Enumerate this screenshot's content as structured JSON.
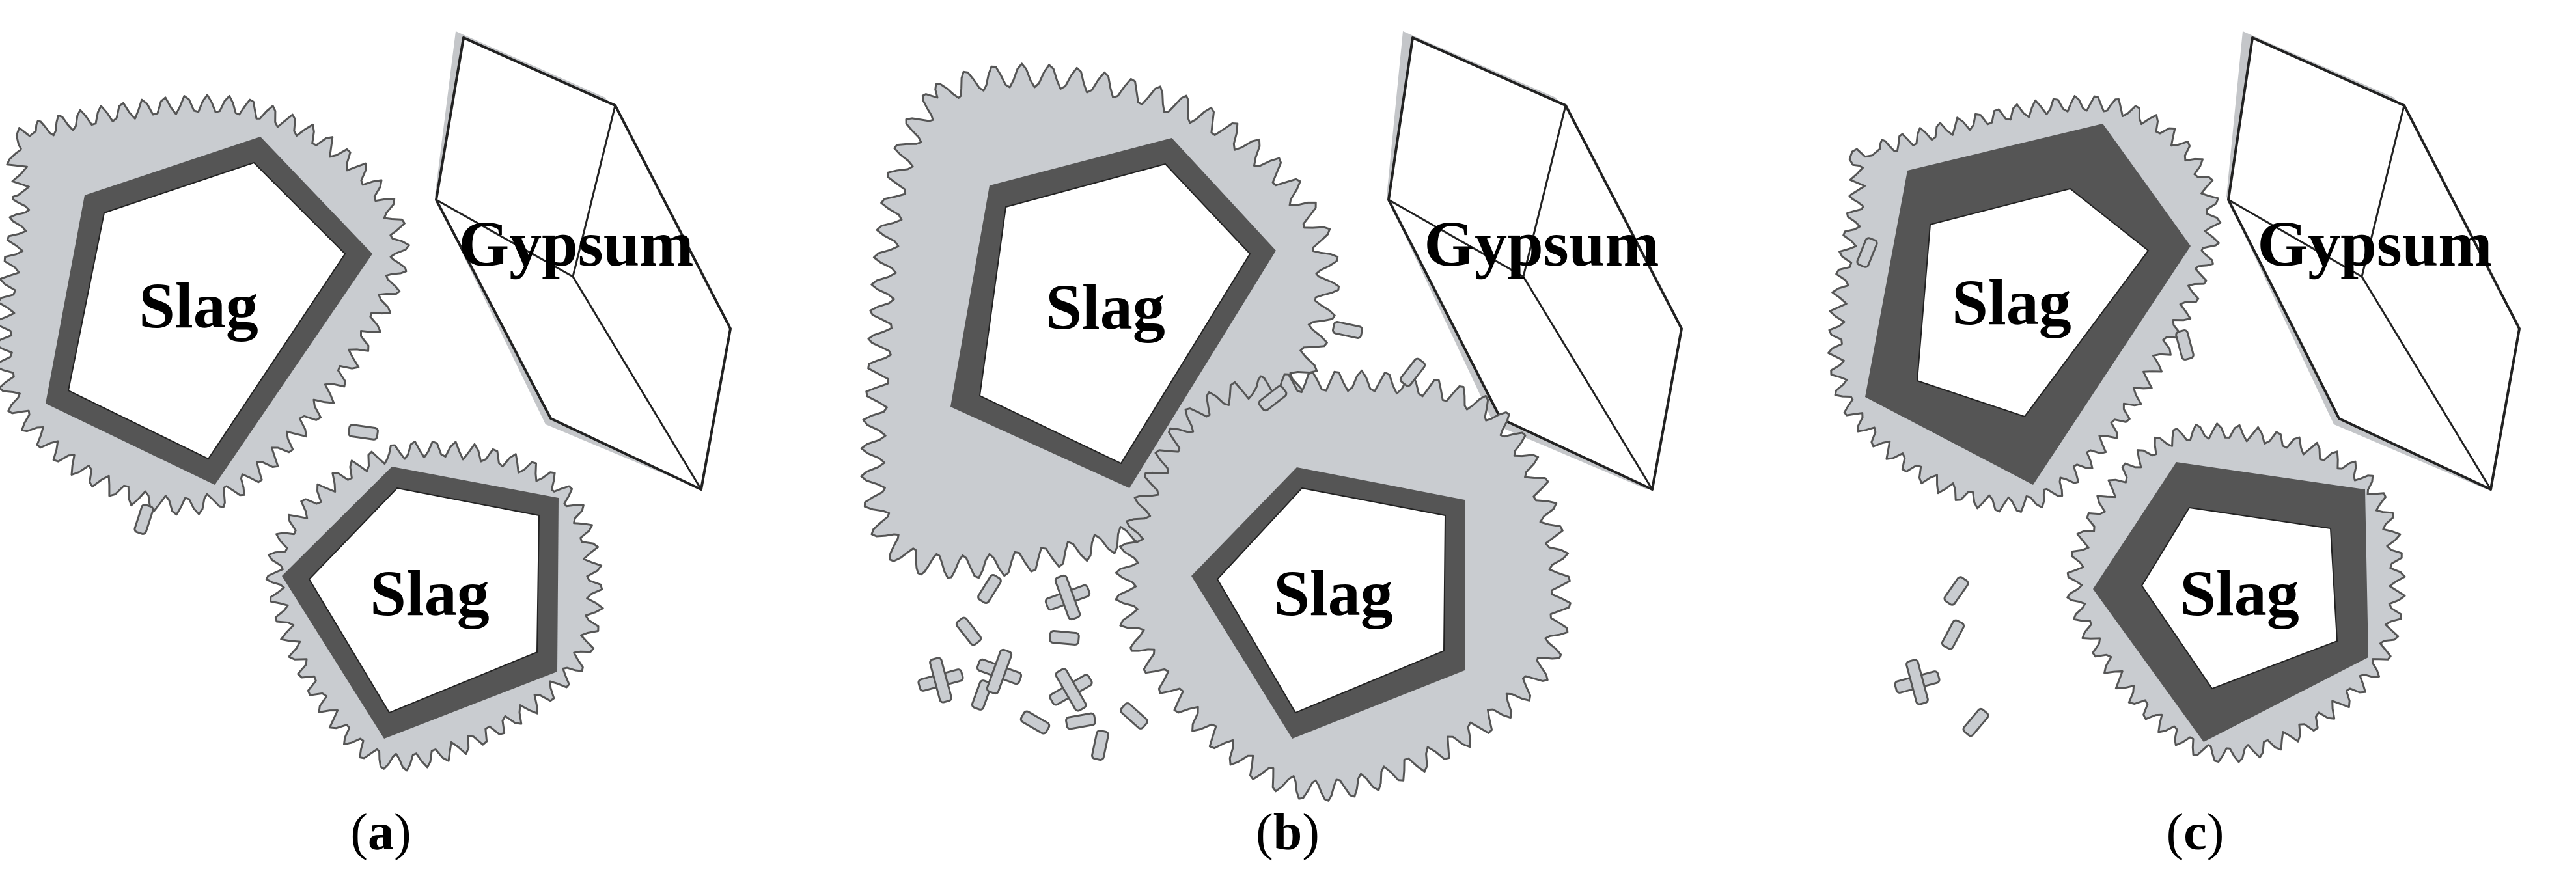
{
  "colors": {
    "background": "#ffffff",
    "hydrate_halo": "#c9ccd0",
    "hydrate_edge": "#555555",
    "reaction_rim": "#555555",
    "crystal_fill": "#ffffff",
    "gypsum_shadow": "#c4c6c9",
    "needle_fill": "#c9ccd0",
    "outline": "#222222"
  },
  "panels": [
    {
      "id": "a",
      "caption_open": "(",
      "caption_letter": "a",
      "caption_close": ")",
      "slag_top_label": "Slag",
      "slag_bottom_label": "Slag",
      "gypsum_label": "Gypsum"
    },
    {
      "id": "b",
      "caption_open": "(",
      "caption_letter": "b",
      "caption_close": ")",
      "slag_top_label": "Slag",
      "slag_bottom_label": "Slag",
      "gypsum_label": "Gypsum"
    },
    {
      "id": "c",
      "caption_open": "(",
      "caption_letter": "c",
      "caption_close": ")",
      "slag_top_label": "Slag",
      "slag_bottom_label": "Slag",
      "gypsum_label": "Gypsum"
    }
  ]
}
